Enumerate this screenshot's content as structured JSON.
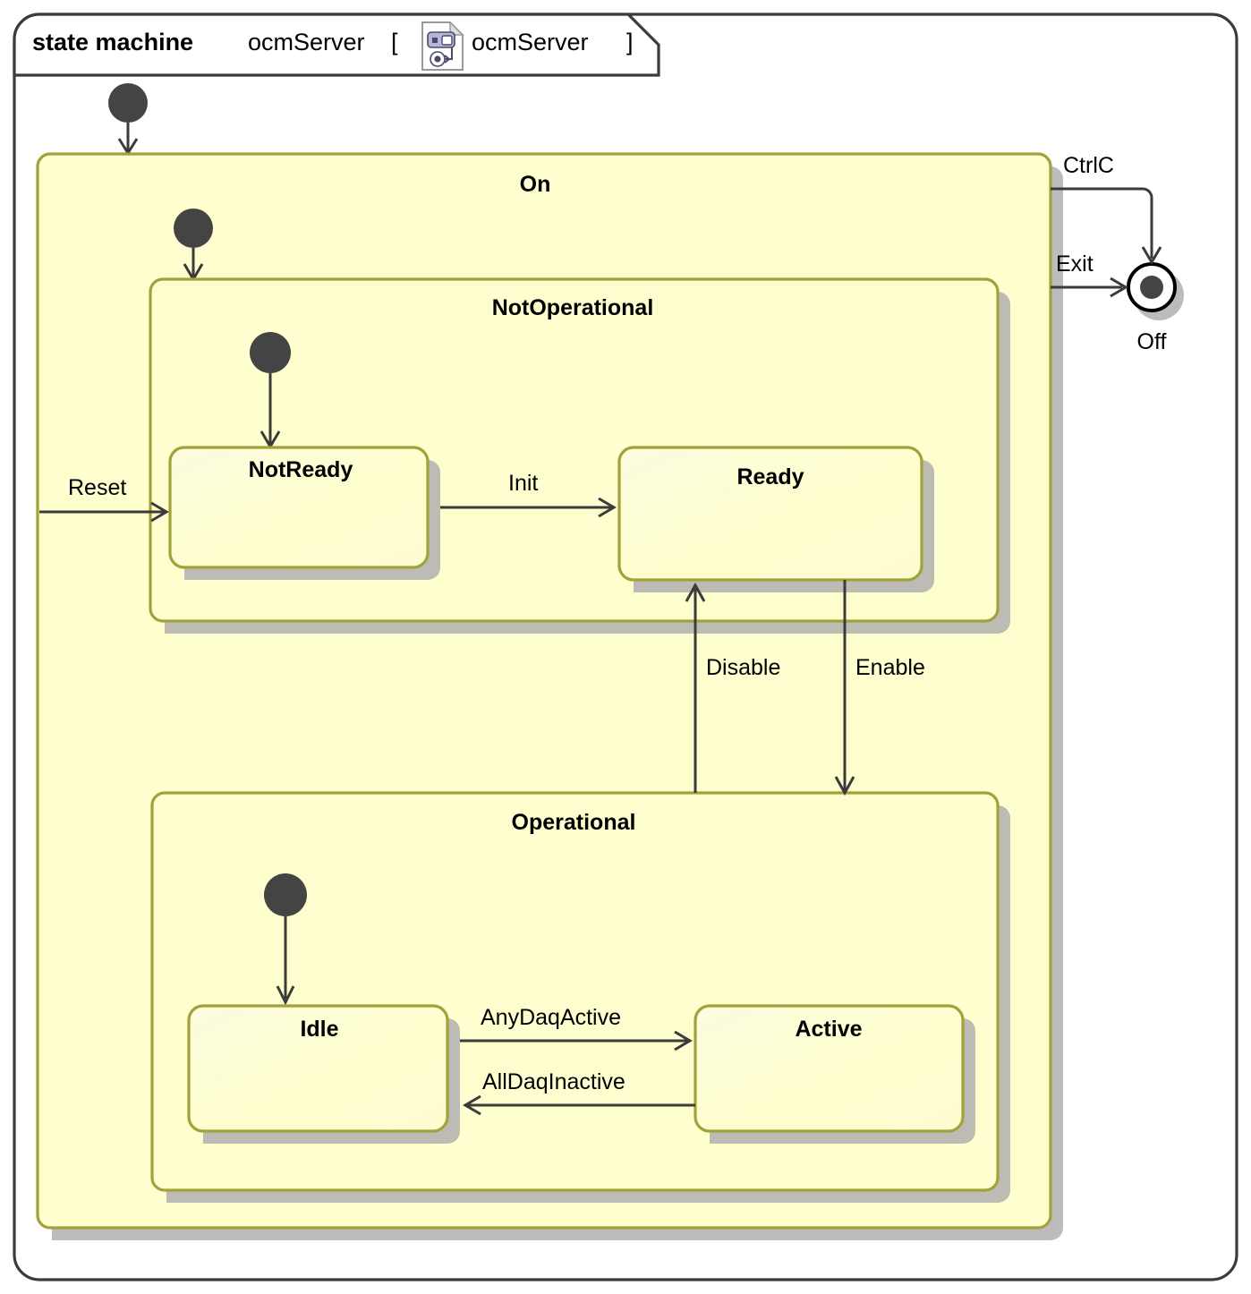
{
  "diagram": {
    "kind_label": "state machine",
    "name": "ocmServer",
    "bracket_open": "[",
    "bracket_close": "]",
    "qualifier": "ocmServer",
    "icon": "state-machine-document-icon",
    "colors": {
      "region_fill": "#FEFECE",
      "state_border": "#A2A23A",
      "line": "#3B3B3B",
      "shadow": "#B0B0B0",
      "node_fill": "#444444",
      "frame_border": "#3B3B3B",
      "background": "#FFFFFF"
    }
  },
  "states": {
    "on": {
      "label": "On"
    },
    "not_operational": {
      "label": "NotOperational"
    },
    "not_ready": {
      "label": "NotReady"
    },
    "ready": {
      "label": "Ready"
    },
    "operational": {
      "label": "Operational"
    },
    "idle": {
      "label": "Idle"
    },
    "active": {
      "label": "Active"
    },
    "off": {
      "label": "Off"
    }
  },
  "transitions": {
    "ctrlc": {
      "label": "CtrlC"
    },
    "exit": {
      "label": "Exit"
    },
    "reset": {
      "label": "Reset"
    },
    "init": {
      "label": "Init"
    },
    "disable": {
      "label": "Disable"
    },
    "enable": {
      "label": "Enable"
    },
    "any_daq_active": {
      "label": "AnyDaqActive"
    },
    "all_daq_inactive": {
      "label": "AllDaqInactive"
    }
  }
}
